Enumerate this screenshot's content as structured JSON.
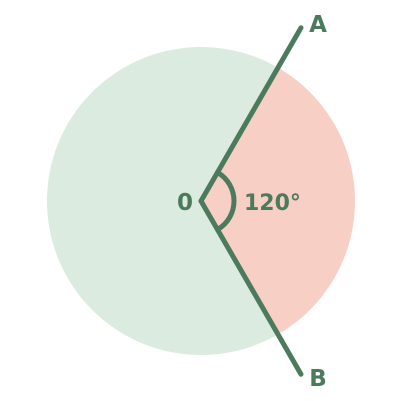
{
  "diagram": {
    "center_label": "0",
    "ray_a_label": "A",
    "ray_b_label": "B",
    "angle_label": "120°",
    "angle_degrees": 120
  },
  "colors": {
    "major_sector": "#dcebdf",
    "minor_sector": "#f7cfc5",
    "stroke": "#4c7a5c"
  }
}
